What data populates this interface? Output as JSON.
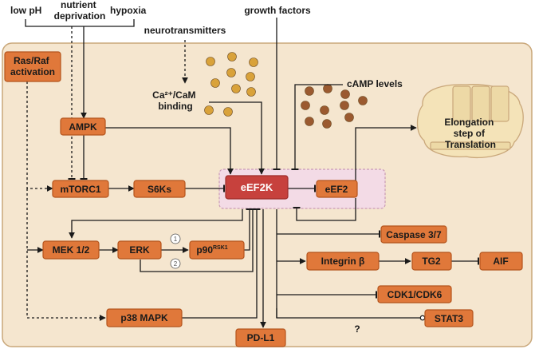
{
  "inputs": {
    "low_ph": "low pH",
    "nutrient_deprivation": [
      "nutrient",
      "deprivation"
    ],
    "hypoxia": "hypoxia",
    "growth_factors": "growth factors",
    "neurotransmitters": "neurotransmitters"
  },
  "labels": {
    "ca_cam": [
      "Ca²⁺/CaM",
      "binding"
    ],
    "camp_levels": "cAMP levels",
    "elongation": [
      "Elongation",
      "step of",
      "Translation"
    ],
    "question_mark": "?",
    "step_1": "1",
    "step_2": "2"
  },
  "nodes": {
    "ras_raf": [
      "Ras/Raf",
      "activation"
    ],
    "ampk": "AMPK",
    "mtorc1": "mTORC1",
    "s6ks": "S6Ks",
    "eef2k": "eEF2K",
    "eef2": "eEF2",
    "mek": "MEK 1/2",
    "erk": "ERK",
    "p90": "p90",
    "p90_sup": "RSK1",
    "caspase": "Caspase 3/7",
    "integrin": "Integrin β",
    "tg2": "TG2",
    "aif": "AIF",
    "cdk": "CDK1/CDK6",
    "stat3": "STAT3",
    "p38": "p38 MAPK",
    "pdl1": "PD-L1"
  },
  "colors": {
    "cell_fill": "#f5e6cf",
    "cell_stroke": "#c9a77a",
    "node_fill": "#e0783a",
    "node_stroke": "#b4541c",
    "eef2k_fill": "#c7413d",
    "eef2k_halo": "#f3dbe6",
    "ca_dot": "#d9a23a",
    "camp_dot": "#9b5a30",
    "arrow": "#1a1a1a"
  }
}
